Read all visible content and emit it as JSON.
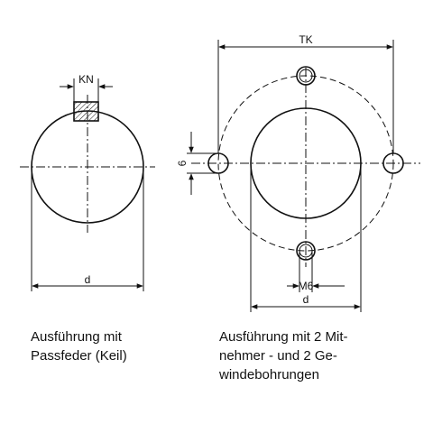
{
  "labels": {
    "key_width": "KN",
    "diameter_left": "d",
    "pitch_circle": "TK",
    "driver_width": "6",
    "thread": "M6",
    "diameter_right": "d"
  },
  "captions": {
    "left": [
      "Ausführung mit",
      "Passfeder (Keil)"
    ],
    "right": [
      "Ausführung mit 2 Mit-",
      "nehmer - und 2 Ge-",
      "windebohrungen"
    ]
  },
  "colors": {
    "line": "#111111",
    "hatch": "#111111",
    "background": "#ffffff"
  }
}
